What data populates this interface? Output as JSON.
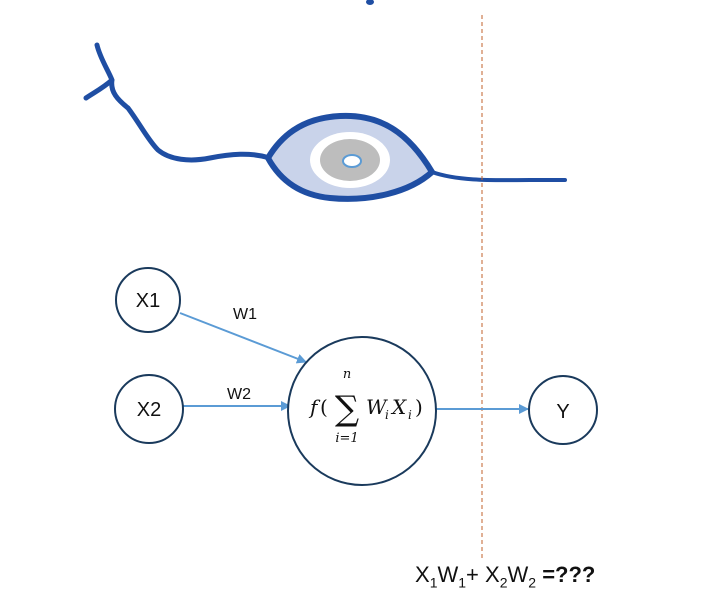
{
  "nodes": {
    "x1": "X1",
    "x2": "X2",
    "y": "Y"
  },
  "weights": {
    "w1": "W1",
    "w2": "W2"
  },
  "neuron_function": {
    "f": "f",
    "open_paren": "(",
    "sigma": "∑",
    "upper_limit": "n",
    "lower_limit": "i=1",
    "term_w": "W",
    "term_w_sub": "i",
    "term_x": "X",
    "term_x_sub": "i",
    "close_paren": ")"
  },
  "formula": {
    "x1": "X",
    "x1_sub": "1",
    "w1": "W",
    "w1_sub": "1",
    "plus": "+",
    "x2": "X",
    "x2_sub": "2",
    "w2": "W",
    "w2_sub": "2",
    "result": "=???"
  },
  "colors": {
    "neuron_outline": "#1f4ea3",
    "neuron_fill": "#c9d3ea",
    "nucleus_fill": "#bdbdbd",
    "arrow": "#5b9bd5",
    "node_outline": "#1a3a5c",
    "divider": "#c0612b"
  }
}
